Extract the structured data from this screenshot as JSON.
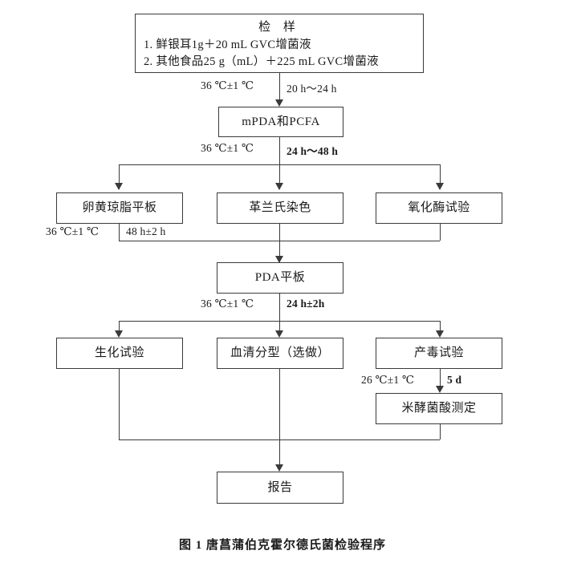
{
  "figure": {
    "caption": "图 1  唐菖蒲伯克霍尔德氏菌检验程序"
  },
  "nodes": {
    "sample": {
      "title": "检    样",
      "line1": "1. 鲜银耳1g＋20 mL GVC增菌液",
      "line2": "2. 其他食品25 g（mL）＋225 mL GVC增菌液"
    },
    "mpda_pcfa": "mPDA和PCFA",
    "egg_yolk_agar": "卵黄琼脂平板",
    "gram_stain": "革兰氏染色",
    "oxidase_test": "氧化酶试验",
    "pda_plate": "PDA平板",
    "biochemical_test": "生化试验",
    "serotyping": "血清分型（选做）",
    "toxin_test": "产毒试验",
    "bongkrekic_acid": "米酵菌酸测定",
    "report": "报告"
  },
  "annotations": {
    "step1_temp": "36 ℃±1 ℃",
    "step1_time": "20 h～24 h",
    "step2_temp": "36 ℃±1 ℃",
    "step2_time": "24 h～48 h",
    "step3_temp": "36 ℃±1 ℃",
    "step3_time": "48 h±2 h",
    "step4_temp": "36 ℃±1 ℃",
    "step4_time": "24 h±2h",
    "step5_temp": "26 ℃±1 ℃",
    "step5_time": "5 d"
  },
  "colors": {
    "line": "#3a3a3a",
    "text": "#1a1a1a",
    "background": "#ffffff"
  }
}
